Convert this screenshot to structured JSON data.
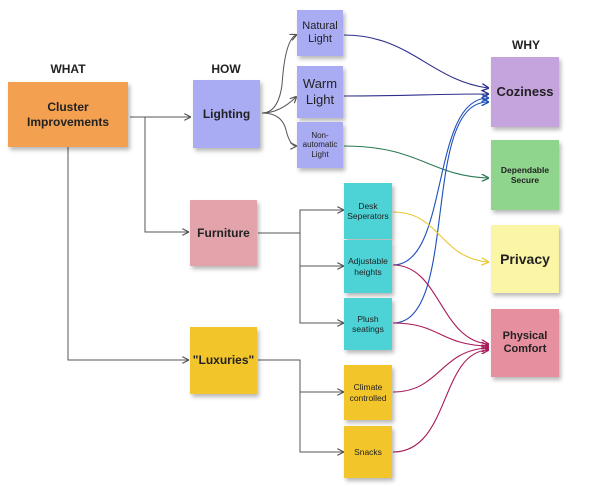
{
  "headers": {
    "what": "WHAT",
    "how": "HOW",
    "why": "WHY"
  },
  "notes": {
    "cluster": "Cluster\nImprovements",
    "lighting": "Lighting",
    "furniture": "Furniture",
    "luxuries": "\"Luxuries\"",
    "natural_light": "Natural\nLight",
    "warm_light": "Warm\nLight",
    "nonauto_light": "Non-\nautomatic\nLight",
    "desk_sep": "Desk\nSeperators",
    "adj_heights": "Adjustable\nheights",
    "plush": "Plush\nseatings",
    "climate": "Climate\ncontrolled",
    "snacks": "Snacks",
    "coziness": "Coziness",
    "dependable": "Dependable\nSecure",
    "privacy": "Privacy",
    "physical": "Physical\nComfort"
  },
  "colors": {
    "orange": "#f3a050",
    "blue": "#a9abf3",
    "pink": "#e3a3ab",
    "yellow": "#f2c52a",
    "teal": "#4dd2d6",
    "purple": "#c5a3dd",
    "green": "#8fd58d",
    "pale_yellow": "#fbf5a6",
    "rose": "#e58f9f"
  }
}
